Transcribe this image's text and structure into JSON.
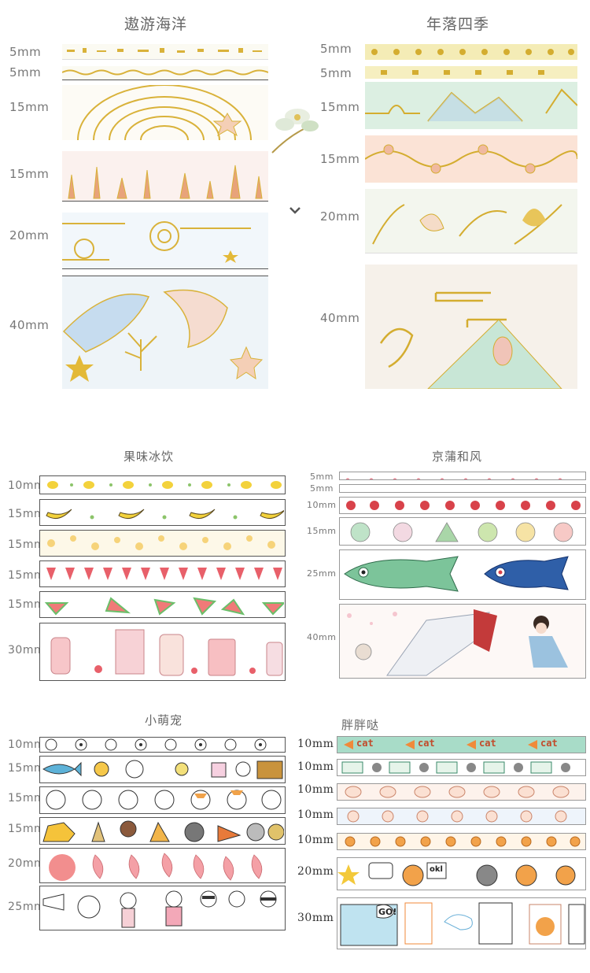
{
  "sets": [
    {
      "title": "遨游海洋",
      "tapes": [
        {
          "label": "5mm"
        },
        {
          "label": "5mm"
        },
        {
          "label": "15mm"
        },
        {
          "label": "15mm"
        },
        {
          "label": "20mm"
        },
        {
          "label": "40mm"
        }
      ]
    },
    {
      "title": "年落四季",
      "tapes": [
        {
          "label": "5mm"
        },
        {
          "label": "5mm"
        },
        {
          "label": "15mm"
        },
        {
          "label": "15mm"
        },
        {
          "label": "20mm"
        },
        {
          "label": "40mm"
        }
      ]
    },
    {
      "title": "果味冰饮",
      "tapes": [
        {
          "label": "10mm"
        },
        {
          "label": "15mm"
        },
        {
          "label": "15mm"
        },
        {
          "label": "15mm"
        },
        {
          "label": "15mm"
        },
        {
          "label": "30mm"
        }
      ]
    },
    {
      "title": "京蒲和风",
      "tapes": [
        {
          "label": "5mm"
        },
        {
          "label": "5mm"
        },
        {
          "label": "10mm"
        },
        {
          "label": "15mm"
        },
        {
          "label": "25mm"
        },
        {
          "label": "40mm"
        }
      ]
    },
    {
      "title": "小萌宠",
      "tapes": [
        {
          "label": "10mm"
        },
        {
          "label": "15mm"
        },
        {
          "label": "15mm"
        },
        {
          "label": "15mm"
        },
        {
          "label": "20mm"
        },
        {
          "label": "25mm"
        }
      ]
    },
    {
      "title": "胖胖哒",
      "tapes": [
        {
          "label": "10mm"
        },
        {
          "label": "10mm"
        },
        {
          "label": "10mm"
        },
        {
          "label": "10mm"
        },
        {
          "label": "10mm"
        },
        {
          "label": "20mm"
        },
        {
          "label": "30mm"
        }
      ]
    }
  ],
  "decor_text": {
    "cat_word": "cat",
    "go_word": "GO!",
    "okl_word": "okl"
  },
  "colors": {
    "gold": "#d9b23a",
    "ocean_bg": "#f6f3ee",
    "season_mint": "#dcefe2",
    "season_peach": "#fbe3d6",
    "fruit_yellow": "#f3d23c",
    "strawberry": "#e8606a",
    "koi_green": "#7cc49a",
    "koi_blue": "#2f5fa8",
    "pet_orange": "#f2a24a",
    "chubby_mint": "#a8dcc8"
  },
  "icons": [
    "chevron-down-icon"
  ]
}
